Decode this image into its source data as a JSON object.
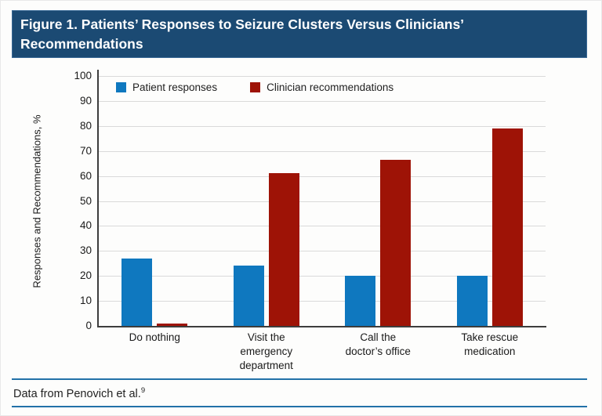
{
  "header": {
    "title_lines": [
      "Figure 1. Patients’ Responses to Seizure Clusters Versus Clinicians’",
      "Recommendations"
    ]
  },
  "chart_data": {
    "type": "bar",
    "title": "Figure 1. Patients’ Responses to Seizure Clusters Versus Clinicians’ Recommendations",
    "xlabel": "",
    "ylabel": "Responses and Recommendations, %",
    "ylim": [
      0,
      100
    ],
    "yticks": [
      0,
      10,
      20,
      30,
      40,
      50,
      60,
      70,
      80,
      90,
      100
    ],
    "grid": true,
    "legend_position": "top-left-inside",
    "categories": [
      "Do nothing",
      "Visit the emergency department",
      "Call the doctor’s office",
      "Take rescue medication"
    ],
    "category_label_lines": [
      [
        "Do nothing"
      ],
      [
        "Visit the",
        "emergency",
        "department"
      ],
      [
        "Call the",
        "doctor’s office"
      ],
      [
        "Take rescue",
        "medication"
      ]
    ],
    "series": [
      {
        "name": "Patient responses",
        "color": "#0F78BF",
        "values": [
          27,
          24,
          20,
          20
        ]
      },
      {
        "name": "Clinician recommendations",
        "color": "#9E1306",
        "values": [
          1,
          61,
          66.5,
          79
        ]
      }
    ]
  },
  "footer": {
    "text": "Data from Penovich et al.",
    "superscript": "9"
  },
  "colors": {
    "banner_bg": "#1B4A73",
    "banner_border": "#3A6A97",
    "banner_text": "#FFFFFF",
    "patient_blue": "#0F78BF",
    "clinician_red": "#9E1306",
    "gridline": "#DADADA",
    "axis": "#3D3D3D",
    "footer_rule_blue": "#2271A8"
  }
}
